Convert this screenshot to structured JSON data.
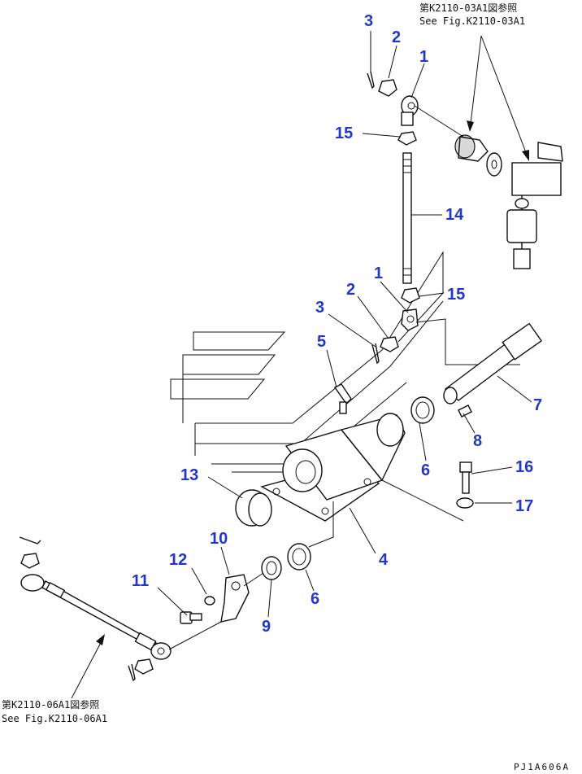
{
  "references": {
    "top_line1": "第K2110-03A1図参照",
    "top_line2": "See Fig.K2110-03A1",
    "bottom_line1": "第K2110-06A1図参照",
    "bottom_line2": "See Fig.K2110-06A1"
  },
  "drawing_code": "PJ1A606A",
  "callouts": [
    {
      "id": "c3a",
      "label": "3"
    },
    {
      "id": "c2a",
      "label": "2"
    },
    {
      "id": "c1a",
      "label": "1"
    },
    {
      "id": "c15a",
      "label": "15"
    },
    {
      "id": "c14",
      "label": "14"
    },
    {
      "id": "c1b",
      "label": "1"
    },
    {
      "id": "c2b",
      "label": "2"
    },
    {
      "id": "c15b",
      "label": "15"
    },
    {
      "id": "c3b",
      "label": "3"
    },
    {
      "id": "c5",
      "label": "5"
    },
    {
      "id": "c7",
      "label": "7"
    },
    {
      "id": "c8",
      "label": "8"
    },
    {
      "id": "c6a",
      "label": "6"
    },
    {
      "id": "c16",
      "label": "16"
    },
    {
      "id": "c13",
      "label": "13"
    },
    {
      "id": "c17",
      "label": "17"
    },
    {
      "id": "c10",
      "label": "10"
    },
    {
      "id": "c12",
      "label": "12"
    },
    {
      "id": "c4",
      "label": "4"
    },
    {
      "id": "c11",
      "label": "11"
    },
    {
      "id": "c6b",
      "label": "6"
    },
    {
      "id": "c9",
      "label": "9"
    }
  ],
  "colors": {
    "callout": "#2336c8",
    "line": "#111111"
  }
}
